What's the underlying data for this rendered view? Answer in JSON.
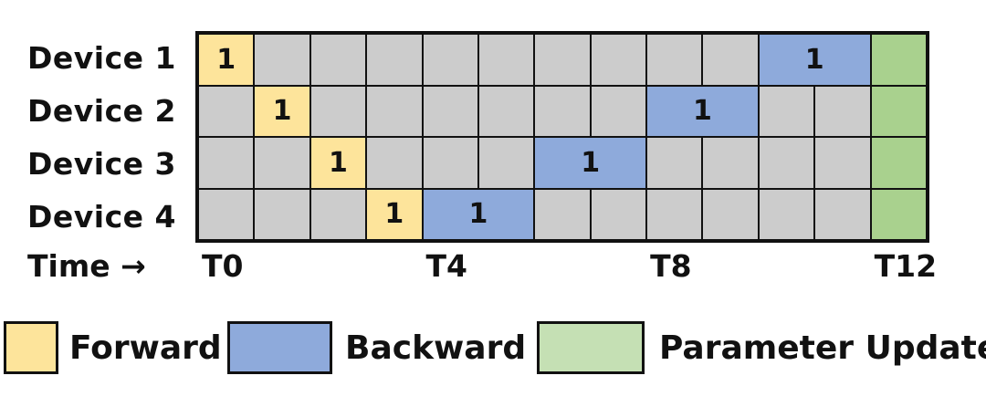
{
  "rows": [
    {
      "label": "Device 1",
      "forward_slot": 0,
      "backward_slot": 10
    },
    {
      "label": "Device 2",
      "forward_slot": 1,
      "backward_slot": 8
    },
    {
      "label": "Device 3",
      "forward_slot": 2,
      "backward_slot": 6
    },
    {
      "label": "Device 4",
      "forward_slot": 3,
      "backward_slot": 4
    }
  ],
  "grid": {
    "columns": 13,
    "rows": 4
  },
  "cell_labels": {
    "forward": "1",
    "backward": "1"
  },
  "time_axis": {
    "label": "Time →",
    "ticks": [
      {
        "text": "T0",
        "slot": 0
      },
      {
        "text": "T4",
        "slot": 4
      },
      {
        "text": "T8",
        "slot": 8
      },
      {
        "text": "T12",
        "slot": 12
      }
    ]
  },
  "colors": {
    "idle": "#cccccc",
    "forward": "#fde49b",
    "backward": "#8eaadb",
    "update": "#a9d18e",
    "update_legend": "#c5e0b4",
    "border": "#111111"
  },
  "legend": [
    {
      "key": "forward",
      "label": "Forward"
    },
    {
      "key": "backward",
      "label": "Backward"
    },
    {
      "key": "update",
      "label": "Parameter Update"
    }
  ]
}
